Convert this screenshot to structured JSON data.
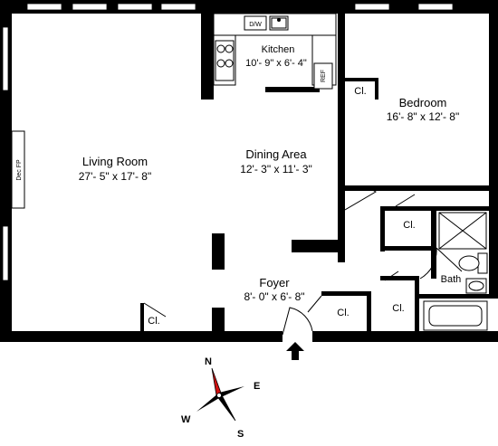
{
  "rooms": {
    "living_room": {
      "name": "Living Room",
      "dims": "27'- 5\" x 17'- 8\""
    },
    "dining_area": {
      "name": "Dining Area",
      "dims": "12'- 3\" x 11'- 3\""
    },
    "kitchen": {
      "name": "Kitchen",
      "dims": "10'- 9\" x 6'- 4\""
    },
    "bedroom": {
      "name": "Bedroom",
      "dims": "16'- 8\" x 12'- 8\""
    },
    "foyer": {
      "name": "Foyer",
      "dims": "8'- 0\" x 6'- 8\""
    },
    "bath": {
      "name": "Bath"
    }
  },
  "closet_label": "Cl.",
  "fixtures": {
    "fireplace": "Dec FP",
    "dishwasher": "D/W",
    "refrigerator": "REF"
  },
  "compass": {
    "north": "N",
    "east": "E",
    "south": "S",
    "west": "W"
  },
  "colors": {
    "wall": "#000000",
    "compass_accent": "#d01010"
  }
}
